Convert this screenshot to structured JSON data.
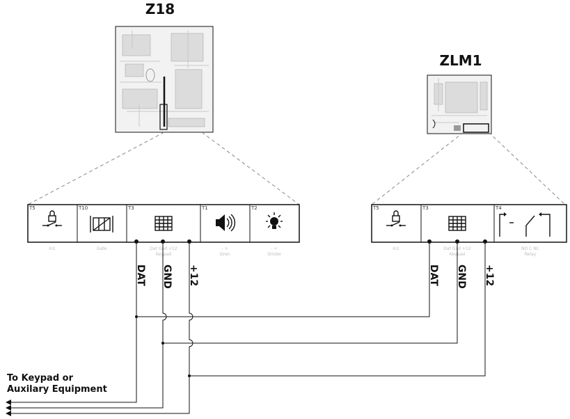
{
  "devices": {
    "z18": {
      "title": "Z18"
    },
    "zlm1": {
      "title": "ZLM1"
    }
  },
  "z18_terminals": [
    {
      "tag": "T5",
      "icon": "lock-switch-icon",
      "caption": "In1"
    },
    {
      "tag": "T10",
      "icon": "gate-icon",
      "caption": "Gate"
    },
    {
      "tag": "T3",
      "icon": "keypad-icon",
      "caption": "Dat Gnd +12",
      "caption2": "Keypad"
    },
    {
      "tag": "T1",
      "icon": "speaker-icon",
      "caption": "- +",
      "caption2": "Siren"
    },
    {
      "tag": "T2",
      "icon": "light-bulb-icon",
      "caption": "- +",
      "caption2": "Strobe"
    }
  ],
  "zlm1_terminals": [
    {
      "tag": "T5",
      "icon": "lock-switch-icon",
      "caption": "In1"
    },
    {
      "tag": "T3",
      "icon": "keypad-icon",
      "caption": "Dat Gnd +12",
      "caption2": "Keypad"
    },
    {
      "tag": "T4",
      "icon": "relay-icon",
      "caption": "NO      C      NC",
      "caption2": "Relay"
    }
  ],
  "wires": {
    "z18": [
      "DAT",
      "GND",
      "+12"
    ],
    "zlm1": [
      "DAT",
      "GND",
      "+12"
    ]
  },
  "aux_label": {
    "line1": "To Keypad or",
    "line2": "Auxilary Equipment"
  }
}
